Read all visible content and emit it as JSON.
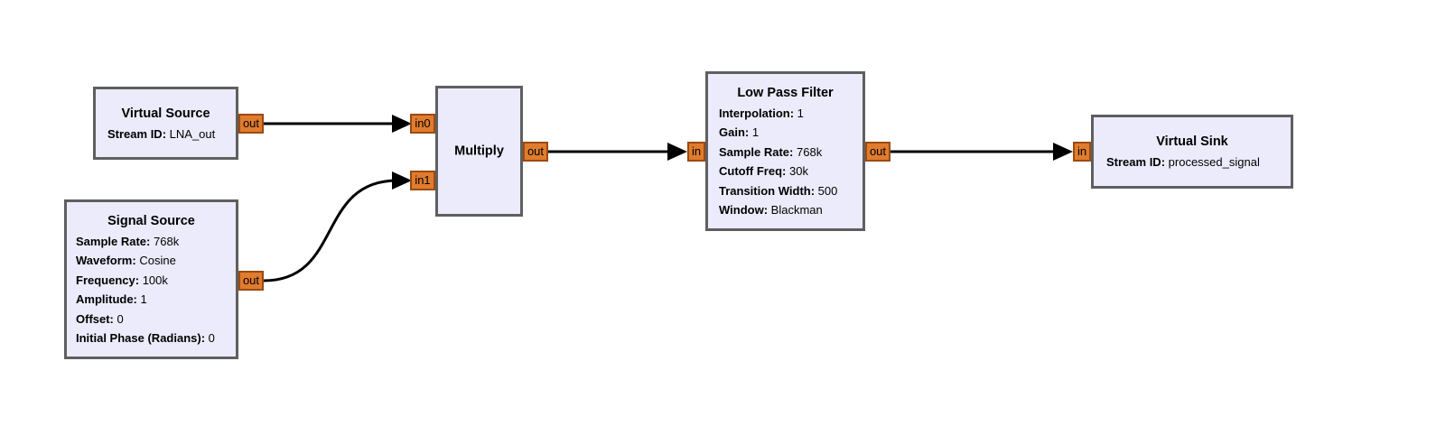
{
  "colors": {
    "block_fill": "#ecebfb",
    "block_border": "#5f5f5f",
    "port_fill": "#e07c2e",
    "port_border": "#9b4a12",
    "wire": "#000000"
  },
  "blocks": {
    "virtual_source": {
      "title": "Virtual Source",
      "params": [
        {
          "key": "Stream ID:",
          "value": "LNA_out"
        }
      ],
      "ports": {
        "out": "out"
      }
    },
    "signal_source": {
      "title": "Signal Source",
      "params": [
        {
          "key": "Sample Rate:",
          "value": "768k"
        },
        {
          "key": "Waveform:",
          "value": "Cosine"
        },
        {
          "key": "Frequency:",
          "value": "100k"
        },
        {
          "key": "Amplitude:",
          "value": "1"
        },
        {
          "key": "Offset:",
          "value": "0"
        },
        {
          "key": "Initial Phase (Radians):",
          "value": "0"
        }
      ],
      "ports": {
        "out": "out"
      }
    },
    "multiply": {
      "title": "Multiply",
      "ports": {
        "in0": "in0",
        "in1": "in1",
        "out": "out"
      }
    },
    "low_pass_filter": {
      "title": "Low Pass Filter",
      "params": [
        {
          "key": "Interpolation:",
          "value": "1"
        },
        {
          "key": "Gain:",
          "value": "1"
        },
        {
          "key": "Sample Rate:",
          "value": "768k"
        },
        {
          "key": "Cutoff Freq:",
          "value": "30k"
        },
        {
          "key": "Transition Width:",
          "value": "500"
        },
        {
          "key": "Window:",
          "value": "Blackman"
        }
      ],
      "ports": {
        "in": "in",
        "out": "out"
      }
    },
    "virtual_sink": {
      "title": "Virtual Sink",
      "params": [
        {
          "key": "Stream ID:",
          "value": "processed_signal"
        }
      ],
      "ports": {
        "in": "in"
      }
    }
  },
  "connections": [
    {
      "from": "Virtual Source.out",
      "to": "Multiply.in0"
    },
    {
      "from": "Signal Source.out",
      "to": "Multiply.in1"
    },
    {
      "from": "Multiply.out",
      "to": "Low Pass Filter.in"
    },
    {
      "from": "Low Pass Filter.out",
      "to": "Virtual Sink.in"
    }
  ]
}
